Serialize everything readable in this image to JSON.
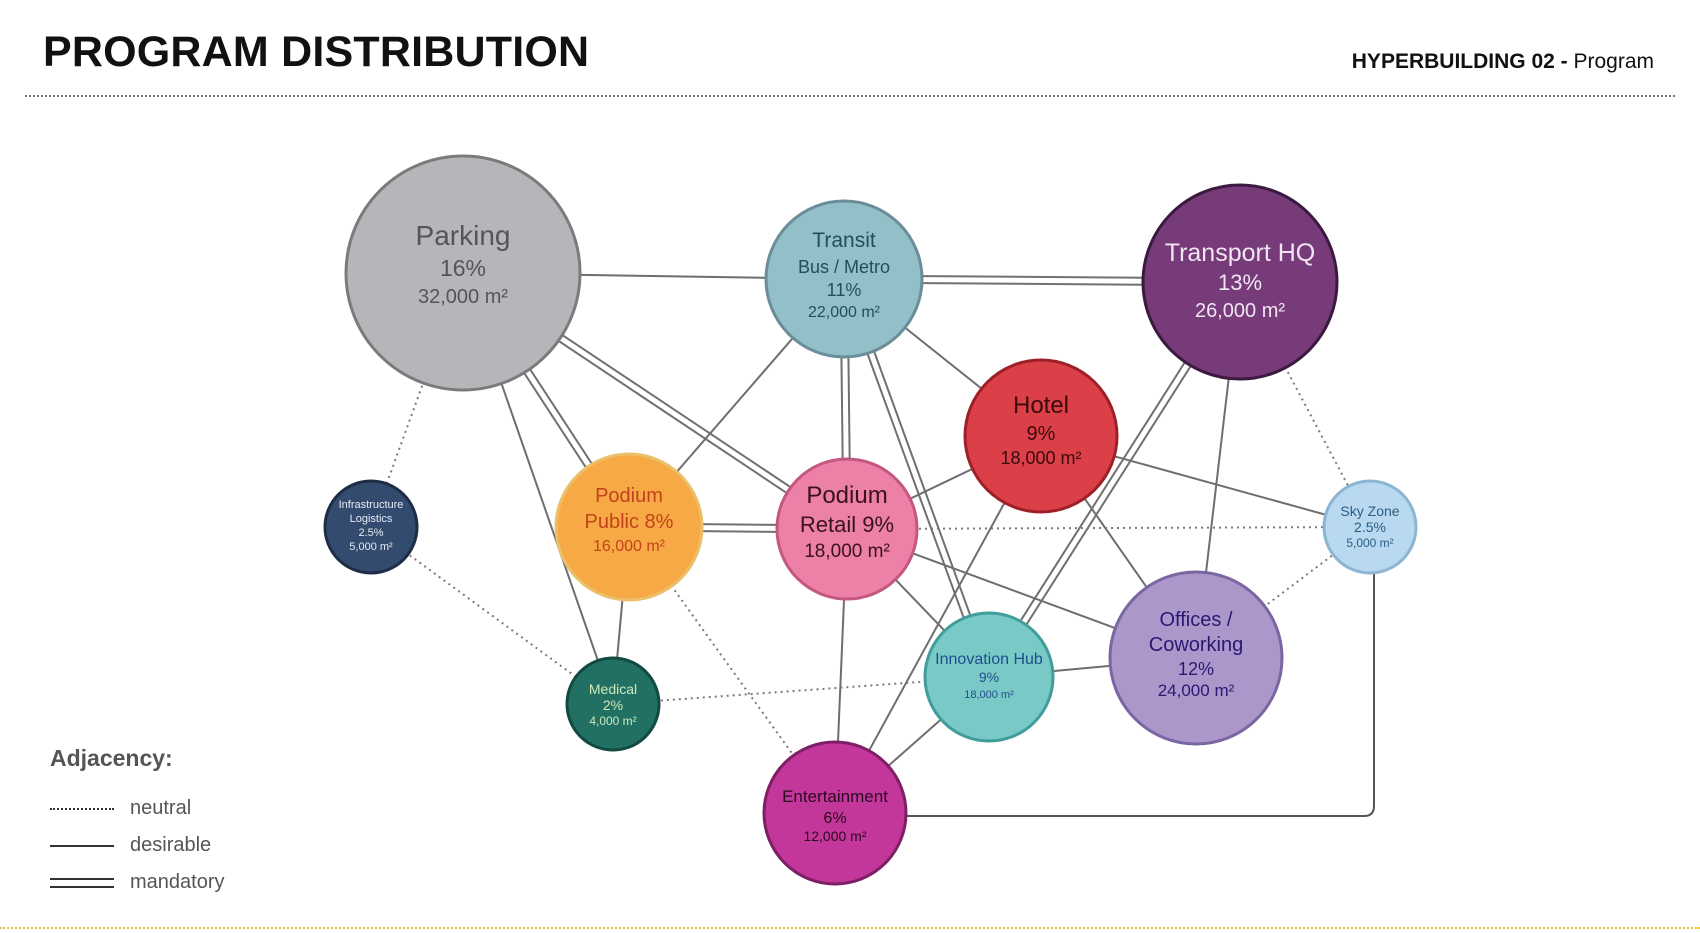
{
  "header": {
    "title": "PROGRAM DISTRIBUTION",
    "subtitle_bold": "HYPERBUILDING 02 -",
    "subtitle_rest": " Program"
  },
  "legend": {
    "title": "Adjacency:",
    "items": [
      "neutral",
      "desirable",
      "mandatory"
    ]
  },
  "nodes": [
    {
      "id": "parking",
      "lines": [
        "Parking",
        "16%",
        "32,000 m²"
      ],
      "fill": "#b5b6b9",
      "stroke": "#7b7b7b",
      "text": "#555555"
    },
    {
      "id": "transit",
      "lines": [
        "Transit",
        "Bus / Metro",
        "11%",
        "22,000 m²"
      ],
      "fill": "#93bfc9",
      "stroke": "#6a8e99",
      "text": "#1f4f5e"
    },
    {
      "id": "transport-hq",
      "lines": [
        "Transport HQ",
        "13%",
        "26,000 m²"
      ],
      "fill": "#773b7a",
      "stroke": "#3b1a40",
      "text": "#f0e6f2"
    },
    {
      "id": "hotel",
      "lines": [
        "Hotel",
        "9%",
        "18,000 m²"
      ],
      "fill": "#db4049",
      "stroke": "#9d2028",
      "text": "#3a0a0c"
    },
    {
      "id": "infrastructure",
      "lines": [
        "Infrastructure",
        "Logistics",
        "2.5%",
        "5,000 m²"
      ],
      "fill": "#334b6f",
      "stroke": "#1e2d45",
      "text": "#e6ecf4"
    },
    {
      "id": "podium-public",
      "lines": [
        "Podium",
        "Public 8%",
        "16,000 m²"
      ],
      "fill": "#f6a945",
      "stroke": "#eac06a",
      "text": "#c4421b"
    },
    {
      "id": "podium-retail",
      "lines": [
        "Podium",
        "Retail 9%",
        "18,000 m²"
      ],
      "fill": "#ec80a6",
      "stroke": "#c45780",
      "text": "#3a1120"
    },
    {
      "id": "sky-zone",
      "lines": [
        "Sky Zone",
        "2.5%",
        "5,000 m²"
      ],
      "fill": "#b8d9ef",
      "stroke": "#8bb5d2",
      "text": "#2a5d85"
    },
    {
      "id": "innovation",
      "lines": [
        "Innovation Hub",
        "9%",
        "18,000 m²"
      ],
      "fill": "#79cac7",
      "stroke": "#3f9d9b",
      "text": "#1f4e8c"
    },
    {
      "id": "offices",
      "lines": [
        "Offices /",
        "Coworking",
        "12%",
        "24,000 m²"
      ],
      "fill": "#ac97cb",
      "stroke": "#7a66a0",
      "text": "#2b1870"
    },
    {
      "id": "medical",
      "lines": [
        "Medical",
        "2%",
        "4,000 m²"
      ],
      "fill": "#227064",
      "stroke": "#124a40",
      "text": "#cde8b8"
    },
    {
      "id": "entertainment",
      "lines": [
        "Entertainment",
        "6%",
        "12,000 m²"
      ],
      "fill": "#c3369a",
      "stroke": "#7e1e64",
      "text": "#2a0a20"
    }
  ]
}
